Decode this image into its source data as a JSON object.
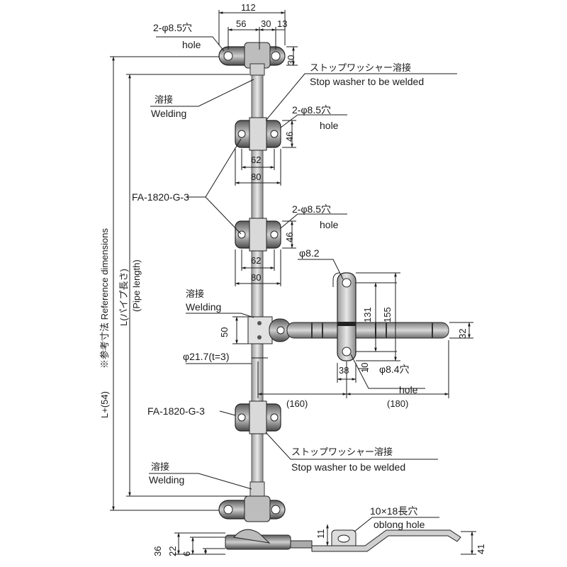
{
  "top_dims": {
    "overall": "112",
    "d56": "56",
    "d30": "30",
    "d13": "13",
    "h30": "30"
  },
  "holes": {
    "top": {
      "jp": "2-φ8.5穴",
      "en": "hole"
    },
    "mid1": {
      "jp": "2-φ8.5穴",
      "en": "hole"
    },
    "mid2": {
      "jp": "2-φ8.5穴",
      "en": "hole"
    }
  },
  "stop_washer": {
    "jp": "ストップワッシャー溶接",
    "en": "Stop washer to be welded"
  },
  "welding": {
    "jp": "溶接",
    "en": "Welding"
  },
  "bracket_dims": {
    "h46": "46",
    "w62": "62",
    "w80": "80"
  },
  "part_no": "FA-1820-G-3",
  "handle_dims": {
    "phi82": "φ8.2",
    "h50": "50",
    "pipe": "φ21.7(t=3)",
    "h131": "131",
    "h155": "155",
    "h32": "32",
    "w38": "38",
    "w10": "10",
    "phi84": "φ8.4穴",
    "hole": "hole",
    "w160": "(160)",
    "w180": "(180)"
  },
  "vertical_labels": {
    "reference": "※参考寸法 Reference dimensions",
    "l54": "L+(54)",
    "l_jp": "L(パイプ長さ)",
    "l_en": "(Pipe length)"
  },
  "bottom_dims": {
    "h36": "36",
    "h22": "22",
    "h6": "6",
    "h11": "11",
    "h41": "41",
    "oblong_jp": "10×18長穴",
    "oblong_en": "oblong hole"
  }
}
